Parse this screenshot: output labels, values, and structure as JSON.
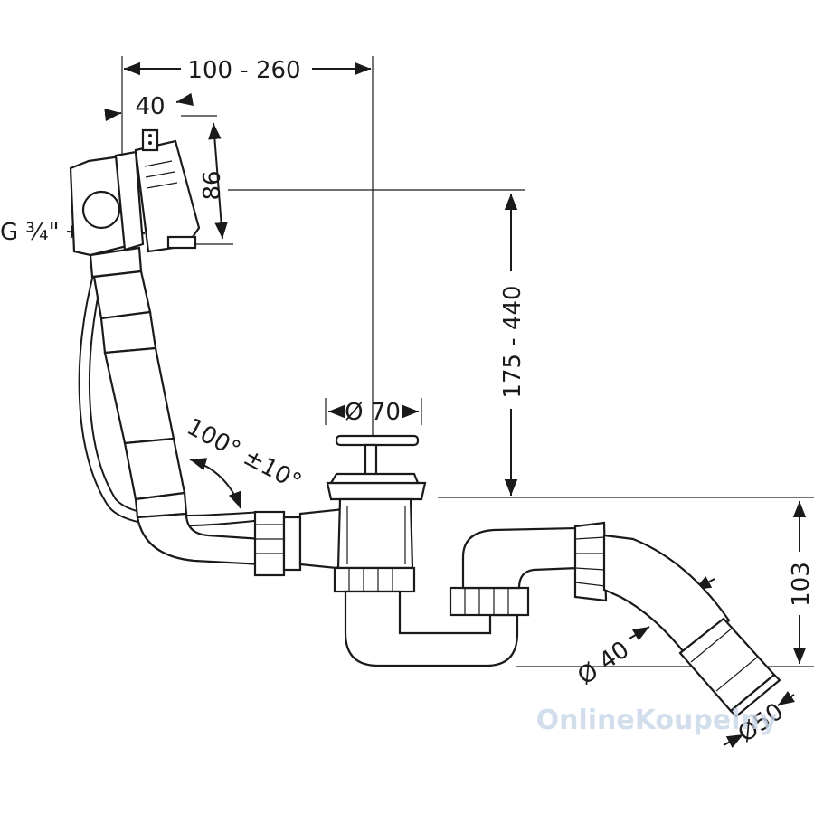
{
  "dimensions": {
    "width_range": "100 - 260",
    "overflow_width": "40",
    "overflow_height": "86",
    "thread": "G ¾\"",
    "height_range": "175 - 440",
    "plug_diameter": "Ø 70",
    "angle": "100° ±10°",
    "trap_height": "103",
    "pipe_d40": "Ø 40",
    "pipe_d50": "Ø50"
  },
  "watermark": "OnlineKoupelny"
}
